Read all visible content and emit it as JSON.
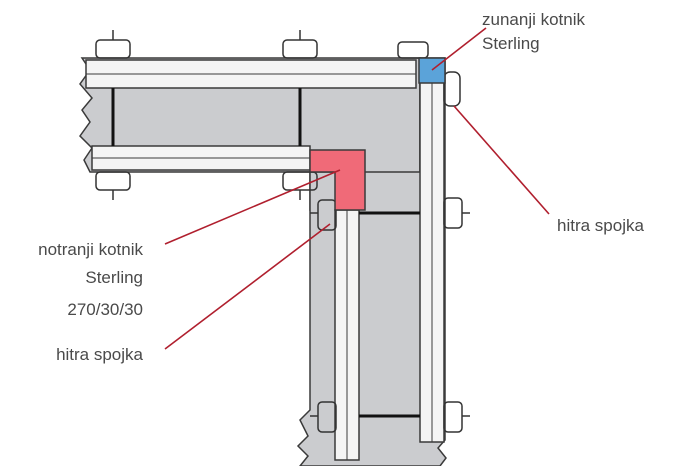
{
  "labels": {
    "outer_corner": {
      "line1": "zunanji kotnik",
      "line2": "Sterling"
    },
    "quick_clamp_right": "hitra spojka",
    "inner_corner": {
      "line1": "notranji kotnik",
      "line2": "Sterling",
      "line3": "270/30/30"
    },
    "quick_clamp_left": "hitra spojka"
  },
  "colors": {
    "outer_corner": "#5ba3d9",
    "inner_corner": "#f06a78",
    "leader_line": "#b01f2e",
    "formwork_panel": "#cbcccf",
    "waler": "#f4f4f4",
    "outline": "#3a3a3a",
    "label_text": "#4a4a4a"
  }
}
